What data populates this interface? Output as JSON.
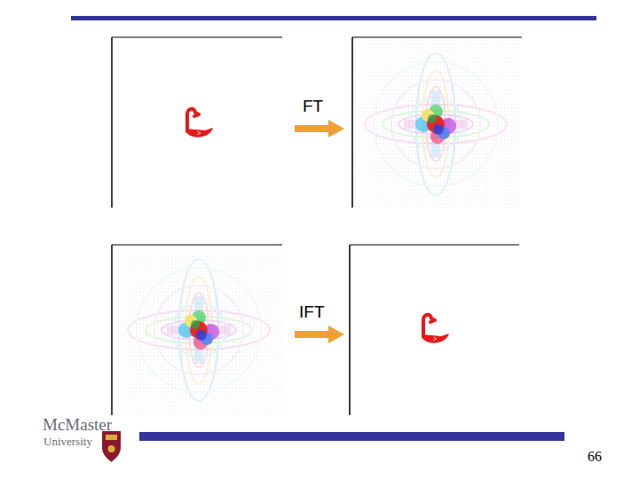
{
  "diagram": {
    "labels": [
      "FT",
      "IFT",
      "McMaster",
      "University",
      "66"
    ]
  }
}
